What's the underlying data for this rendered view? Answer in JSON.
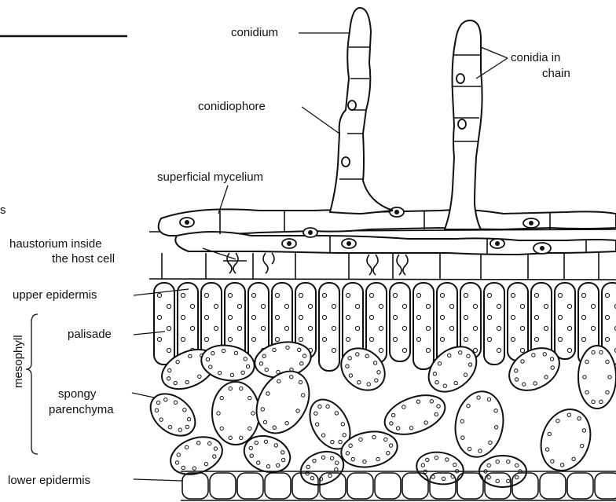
{
  "labels": {
    "conidium": "conidium",
    "conidia_in": "conidia  in",
    "chain": "chain",
    "conidiophore": "conidiophore",
    "superficial_mycelium": "superficial mycelium",
    "haustorium_1": "haustorium inside",
    "haustorium_2": "the host cell",
    "upper_epidermis": "upper epidermis",
    "palisade": "palisade",
    "mesophyll": "mesophyll",
    "spongy_1": "spongy",
    "spongy_2": "parenchyma",
    "lower_epidermis": "lower  epidermis",
    "edge_fragment": "s"
  },
  "colors": {
    "ink": "#111111",
    "paper": "#ffffff"
  }
}
